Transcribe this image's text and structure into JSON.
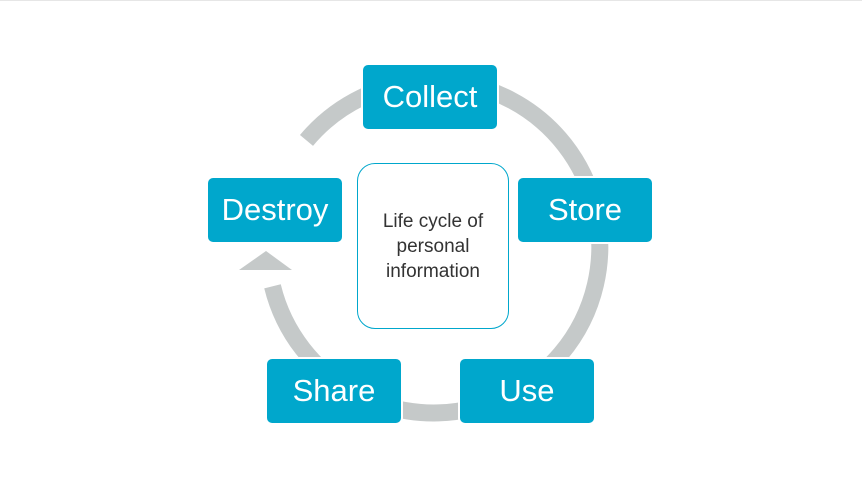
{
  "diagram": {
    "center_label": "Life cycle of personal information",
    "stages": [
      "Collect",
      "Store",
      "Use",
      "Share",
      "Destroy"
    ]
  },
  "colors": {
    "stage_fill": "#00a7cc",
    "stage_text": "#ffffff",
    "ring": "#c5c9c9",
    "center_border": "#00a7cc",
    "center_text": "#333333"
  },
  "icons": {
    "arrowhead": "arrow-up-icon"
  }
}
